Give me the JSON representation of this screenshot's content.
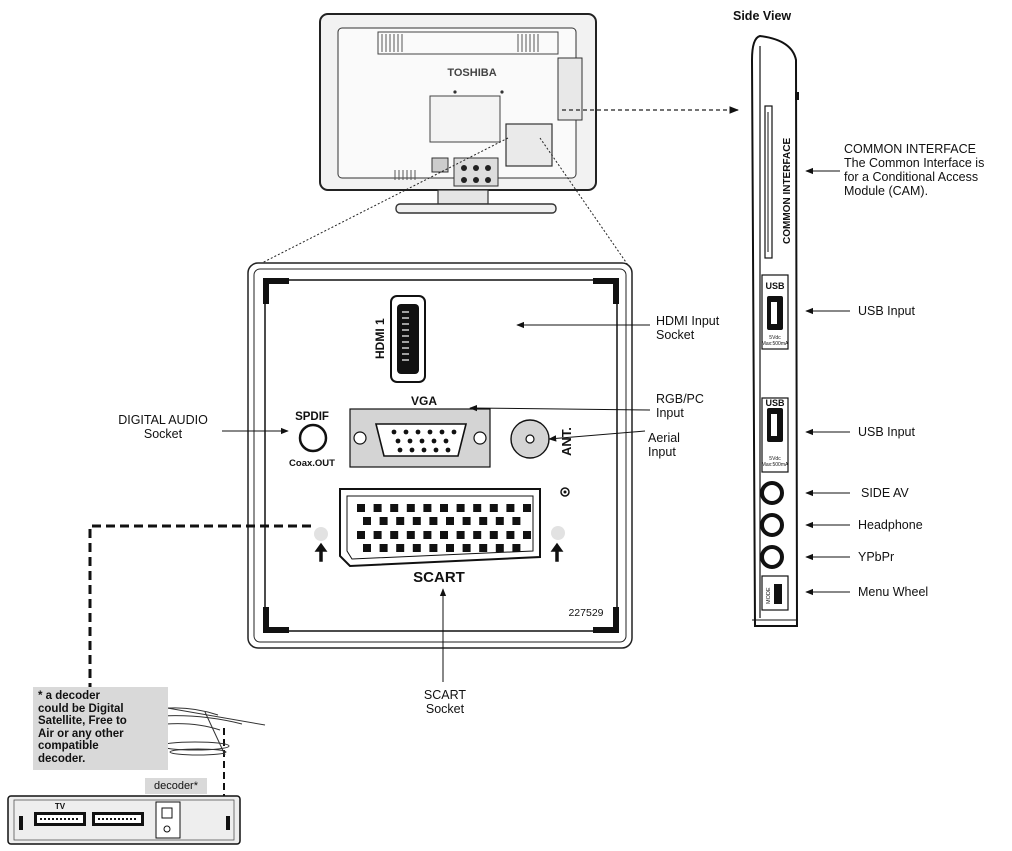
{
  "side_view_title": "Side View",
  "tv_brand": "TOSHIBA",
  "panel": {
    "hdmi": "HDMI 1",
    "vga": "VGA",
    "spdif": "SPDIF",
    "coax": "Coax.OUT",
    "ant": "ANT.",
    "scart": "SCART",
    "serial": "227529"
  },
  "callouts": {
    "hdmi_input": [
      "HDMI Input",
      "Socket"
    ],
    "rgb_pc_input": [
      "RGB/PC",
      "Input"
    ],
    "aerial_input": [
      "Aerial",
      "Input"
    ],
    "digital_audio": [
      "DIGITAL AUDIO",
      "Socket"
    ],
    "scart_socket": [
      "SCART",
      "Socket"
    ]
  },
  "common_interface": {
    "title": "COMMON INTERFACE",
    "desc": [
      "The Common Interface is",
      "for a Conditional Access",
      "Module (CAM)."
    ],
    "slot_label": "COMMON INTERFACE"
  },
  "side_labels": {
    "usb1": "USB Input",
    "usb2": "USB Input",
    "side_av": "SIDE AV",
    "headphone": "Headphone",
    "ypbpr": "YPbPr",
    "menu_wheel": "Menu Wheel"
  },
  "side_panel_text": {
    "usb": "USB",
    "usb_spec1": "5Vdc",
    "usb_spec2": "Max:500mA",
    "mode": "MODE"
  },
  "decoder_note": [
    "* a decoder",
    "could be Digital",
    "Satellite, Free to",
    "Air or any other",
    "compatible",
    "decoder."
  ],
  "decoder_tag": "decoder*",
  "decoder_box": {
    "tv": "TV"
  }
}
